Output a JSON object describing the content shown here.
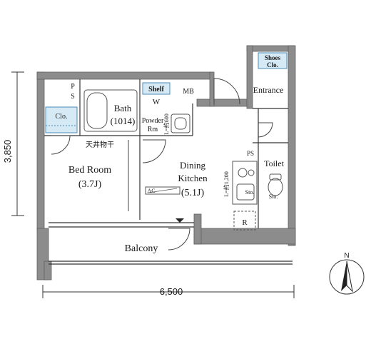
{
  "colors": {
    "wall": "#8c8c8c",
    "wall_dark": "#6f6f6f",
    "floor": "#ffffff",
    "storage_fill": "#d6eaf5",
    "storage_stroke": "#4a8bb5",
    "line": "#333333",
    "fixture": "#555555"
  },
  "dimensions": {
    "height_label": "3,850",
    "width_label": "6,500"
  },
  "rooms": {
    "bedroom": {
      "name": "Bed Room",
      "size": "(3.7J)"
    },
    "dining": {
      "name_line1": "Dining",
      "name_line2": "Kitchen",
      "size": "(5.1J)"
    },
    "bath": {
      "name": "Bath",
      "size": "(1014)"
    },
    "powder": {
      "line1": "Powder",
      "line2": "Rm"
    },
    "balcony": {
      "name": "Balcony"
    },
    "entrance": {
      "name": "Entrance"
    },
    "toilet": {
      "name": "Toilet"
    }
  },
  "labels": {
    "ps_top": "P\nS",
    "ps_right": "PS",
    "mb": "MB",
    "shelf": "Shelf",
    "w": "W",
    "closet": "Clo.",
    "shoes_clo_1": "Shoes",
    "shoes_clo_2": "Clo.",
    "sto_kitchen": "Sto.",
    "sto_toilet": "Sto.",
    "fridge": "R",
    "ac": "AC",
    "indoor_drying": "天井物干",
    "kitchen_spec": "L=約1,200",
    "washbasin_spec": "L=約600",
    "north": "N"
  }
}
